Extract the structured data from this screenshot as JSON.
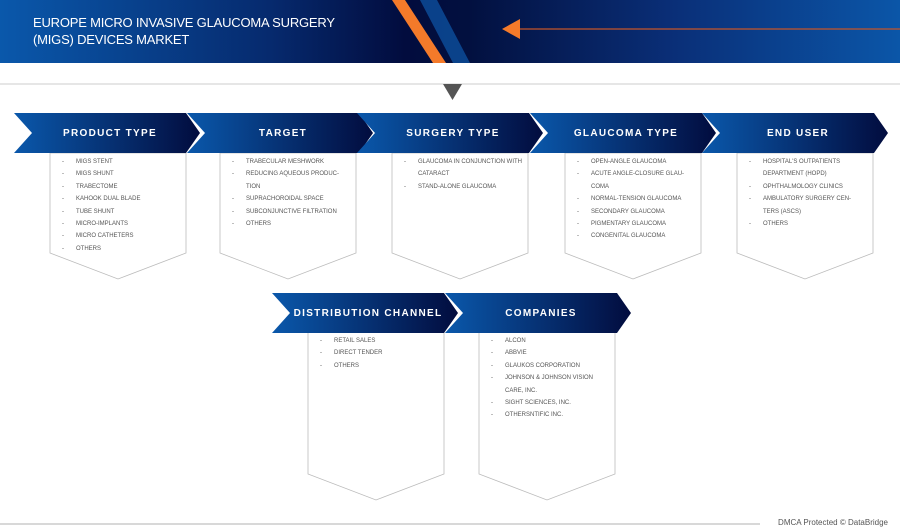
{
  "header": {
    "title_line1": "EUROPE MICRO INVASIVE GLAUCOMA SURGERY",
    "title_line2": "(MIGS) DEVICES MARKET"
  },
  "colors": {
    "accent": "#f47a2a",
    "navy": "#020c3e",
    "blue": "#0a58ab"
  },
  "segments": [
    {
      "title": "PRODUCT TYPE",
      "items": [
        "MIGS STENT",
        "MIGS SHUNT",
        "TRABECTOME",
        "KAHOOK DUAL BLADE",
        "TUBE SHUNT",
        "MICRO-IMPLANTS",
        "MICRO CATHETERS",
        "OTHERS"
      ]
    },
    {
      "title": "TARGET",
      "items": [
        "TRABECULAR MESHWORK",
        "REDUCING AQUEOUS PRODUC-TION",
        "SUPRACHOROIDAL SPACE",
        "SUBCONJUNCTIVE FILTRATION",
        "OTHERS"
      ]
    },
    {
      "title": "SURGERY TYPE",
      "items": [
        "GLAUCOMA IN CONJUNCTION WITH CATARACT",
        "STAND-ALONE GLAUCOMA"
      ]
    },
    {
      "title": "GLAUCOMA TYPE",
      "items": [
        "OPEN-ANGLE GLAUCOMA",
        "ACUTE ANGLE-CLOSURE GLAU-COMA",
        "NORMAL-TENSION GLAUCOMA",
        "SECONDARY GLAUCOMA",
        "PIGMENTARY GLAUCOMA",
        "CONGENITAL GLAUCOMA"
      ]
    },
    {
      "title": "END USER",
      "items": [
        "HOSPITAL'S OUTPATIENTS DEPARTMENT (HOPD)",
        "OPHTHALMOLOGY CLINICS",
        "AMBULATORY SURGERY CEN-TERS (ASCS)",
        "OTHERS"
      ]
    },
    {
      "title": "DISTRIBUTION CHANNEL",
      "items": [
        "RETAIL SALES",
        "DIRECT TENDER",
        "OTHERS"
      ]
    },
    {
      "title": "COMPANIES",
      "items": [
        "ALCON",
        "ABBVIE",
        "GLAUKOS CORPORATION",
        "JOHNSON & JOHNSON VISION CARE, INC.",
        "SIGHT SCIENCES, INC.",
        "OTHERSNTIFIC INC."
      ]
    }
  ],
  "footer": {
    "text": "DMCA Protected © DataBridge"
  }
}
